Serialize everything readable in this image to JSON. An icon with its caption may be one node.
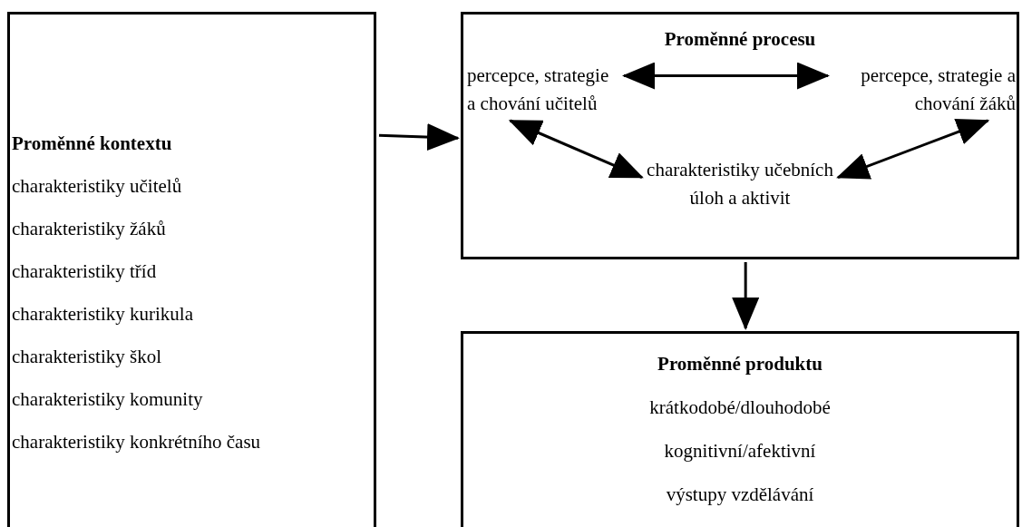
{
  "diagram": {
    "nodes": [
      {
        "text": [
          "Proměnné kontextu",
          "charakteristiky učitelů",
          "charakteristiky žáků",
          "charakteristiky tříd",
          "charakteristiky kurikula",
          "charakteristiky škol",
          "charakteristiky komunity",
          "charakteristiky konkrétního času"
        ]
      },
      {
        "text": [
          "Proměnné procesu"
        ]
      },
      {
        "text": [
          "percepce, strategie a chování učitelů"
        ],
        "in": 1
      },
      {
        "text": [
          "percepce, strategie a chování žáků"
        ],
        "in": 1
      },
      {
        "text": [
          "charakteristiky učebních úloh a aktivit"
        ],
        "in": 1
      },
      {
        "text": [
          "Proměnné produktu",
          "krátkodobé/dlouhodobé",
          "kognitivní/afektivní",
          "výstupy vzdělávání"
        ]
      }
    ],
    "edges": [
      {
        "from": 0,
        "to": 1,
        "arrow": "to"
      },
      {
        "from": 2,
        "to": 3,
        "arrow": "both"
      },
      {
        "from": 2,
        "to": 4,
        "arrow": "both"
      },
      {
        "from": 4,
        "to": 3,
        "arrow": "both"
      },
      {
        "from": 1,
        "to": 5,
        "arrow": "to"
      }
    ]
  }
}
